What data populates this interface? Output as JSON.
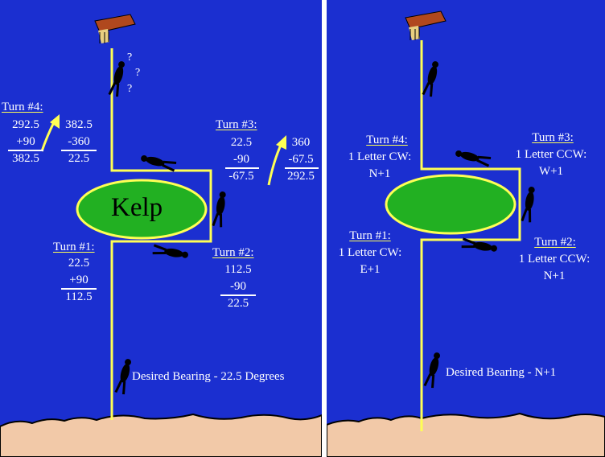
{
  "left": {
    "kelp": "Kelp",
    "question_marks": [
      "?",
      "?",
      "?"
    ],
    "desired": "Desired Bearing - 22.5 Degrees",
    "turn1": {
      "title": "Turn #1:",
      "a": "22.5",
      "b": "+90",
      "c": "112.5"
    },
    "turn2": {
      "title": "Turn #2:",
      "a": "112.5",
      "b": "-90",
      "c": "22.5"
    },
    "turn3": {
      "title": "Turn #3:",
      "a": "22.5",
      "b": "-90",
      "c": "-67.5",
      "d": "360",
      "e": "-67.5",
      "f": "292.5"
    },
    "turn4": {
      "title": "Turn #4:",
      "a": "292.5",
      "b": "+90",
      "c": "382.5",
      "d": "382.5",
      "e": "-360",
      "f": "22.5"
    }
  },
  "right": {
    "desired": "Desired Bearing - N+1",
    "turn1": {
      "title": "Turn #1:",
      "line1": "1 Letter CW:",
      "line2": "E+1"
    },
    "turn2": {
      "title": "Turn #2:",
      "line1": "1 Letter CCW:",
      "line2": "N+1"
    },
    "turn3": {
      "title": "Turn #3:",
      "line1": "1 Letter CCW:",
      "line2": "W+1"
    },
    "turn4": {
      "title": "Turn #4:",
      "line1": "1 Letter CW:",
      "line2": "N+1"
    }
  },
  "colors": {
    "water": "#1b2fd0",
    "path": "#ffff55",
    "kelp": "#22b022",
    "sand": "#f2c9a8",
    "diver": "#000000"
  },
  "icons": [
    "boat-wreck-icon",
    "diver-icon",
    "arrow-icon"
  ]
}
